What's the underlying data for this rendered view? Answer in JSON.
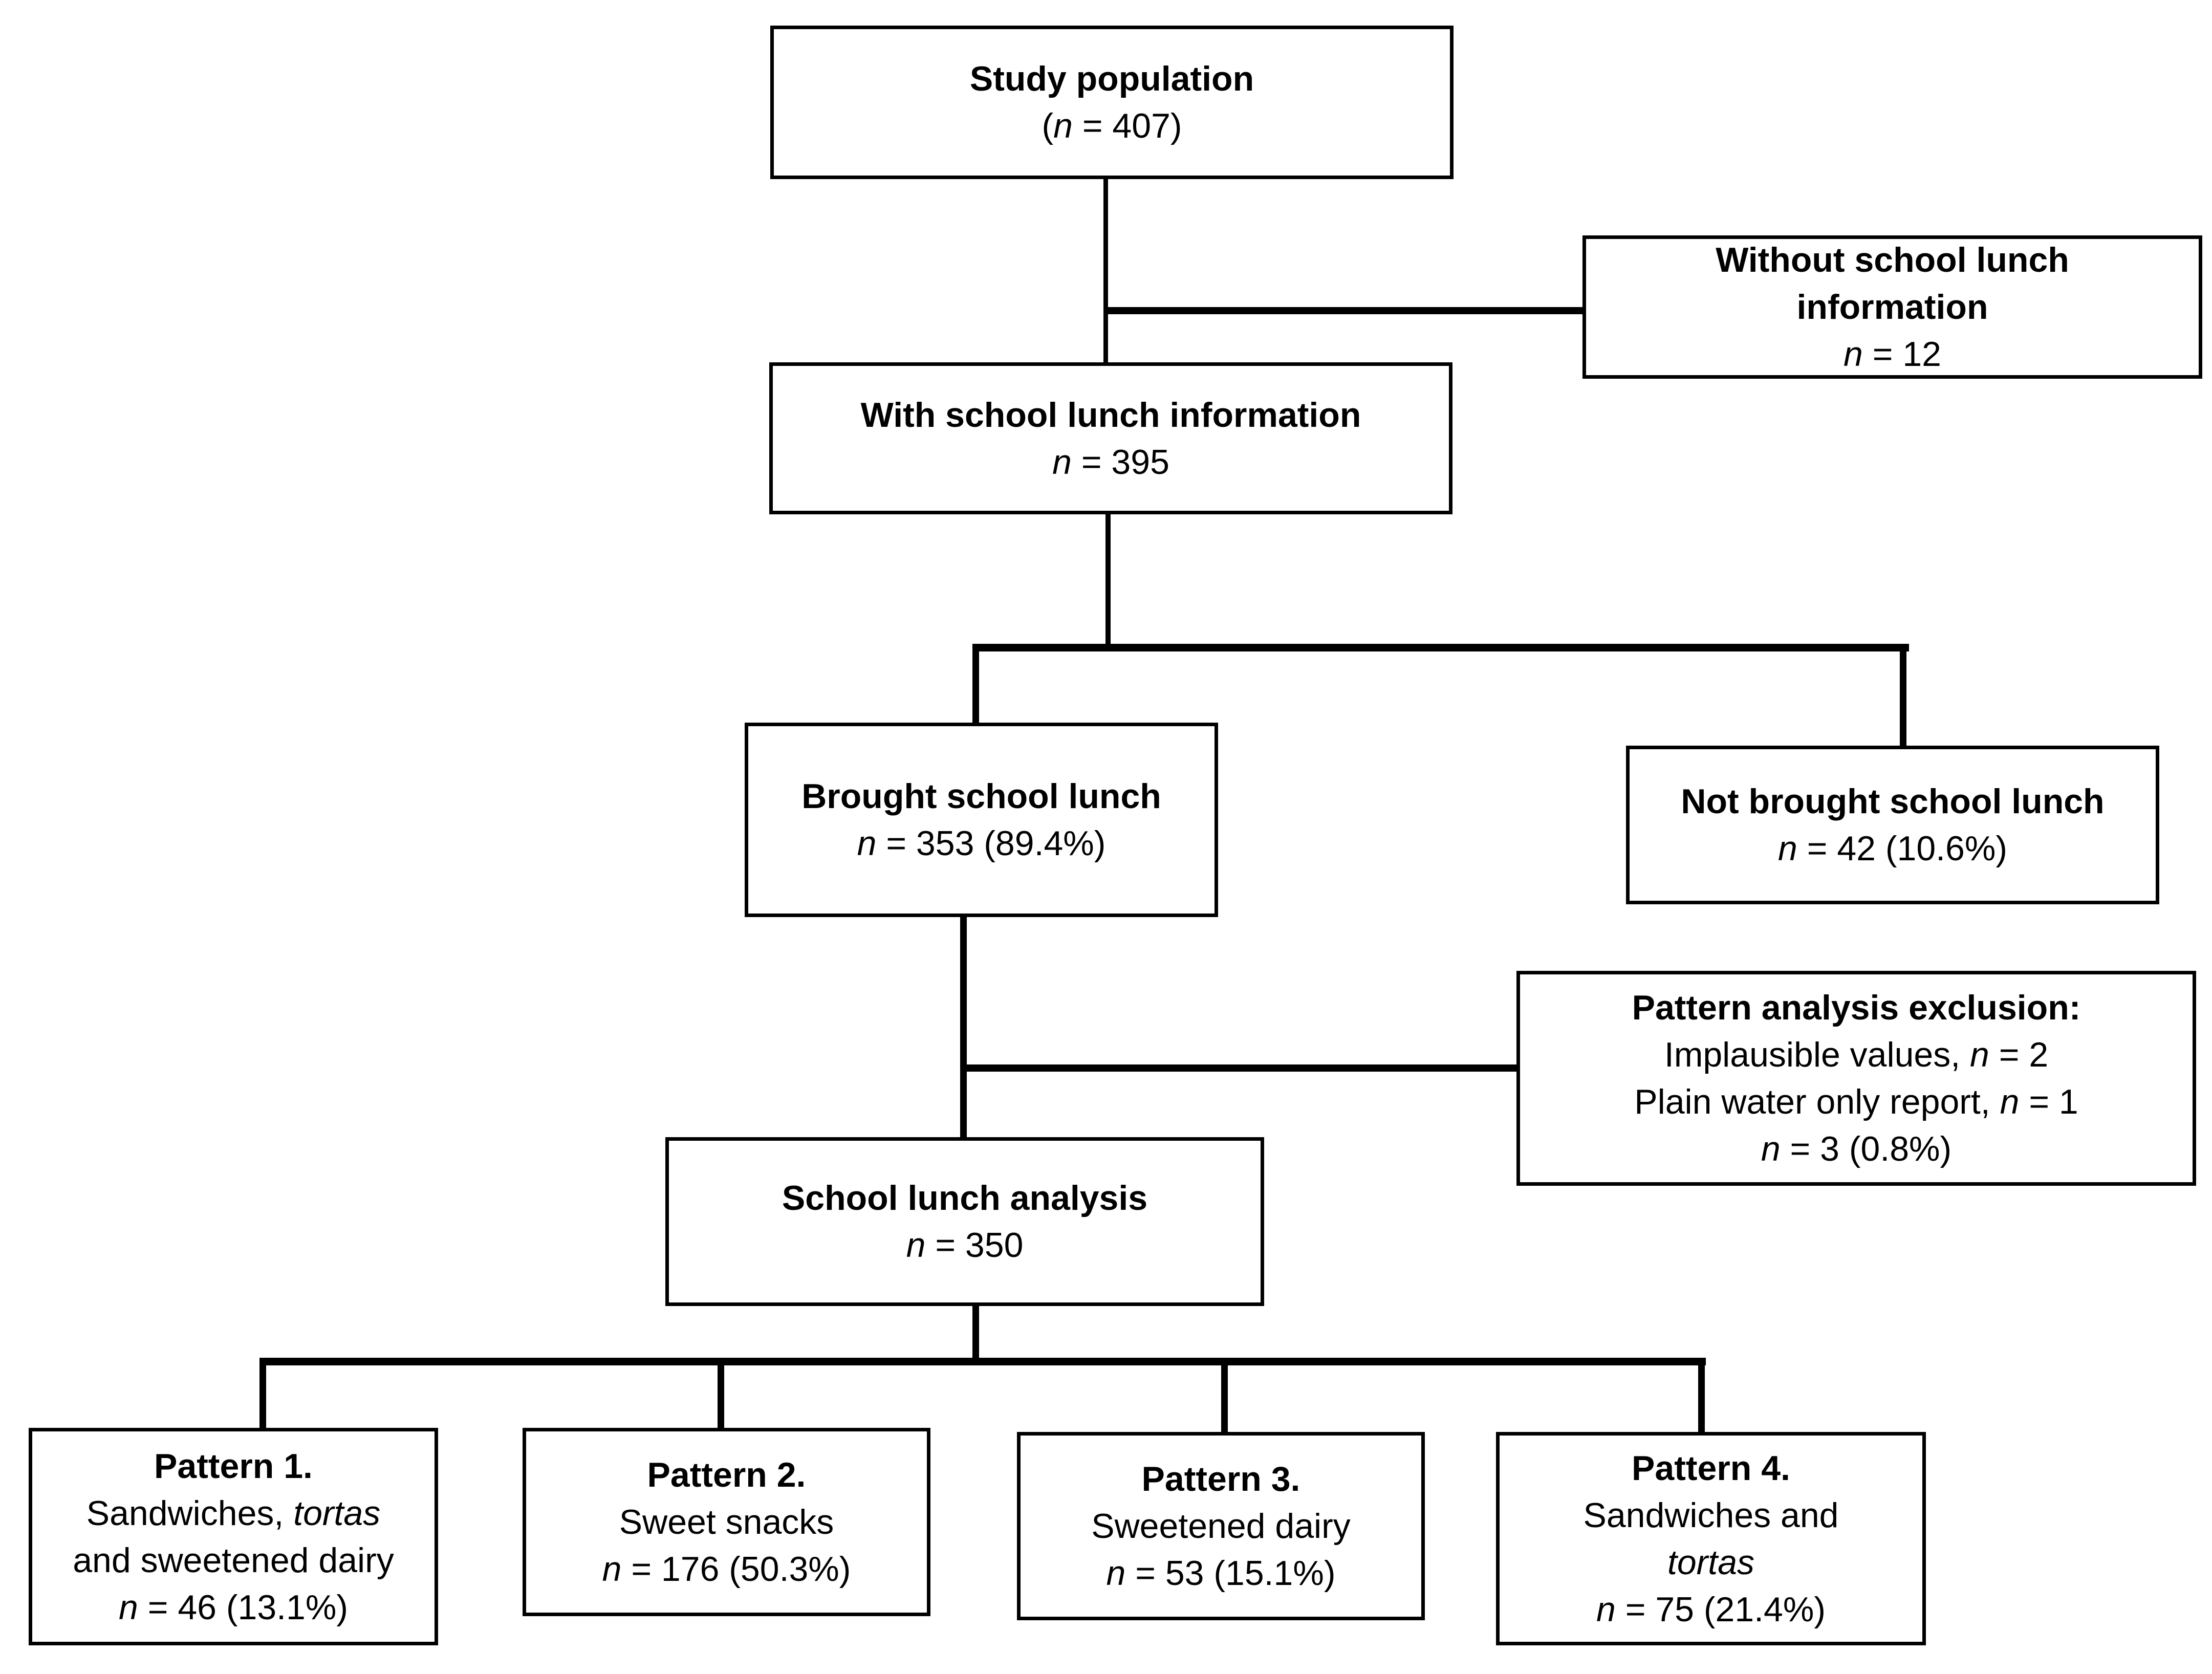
{
  "diagram_type": "study-flowchart",
  "colors": {
    "background": "#ffffff",
    "box_border": "#000000",
    "connector": "#000000",
    "text": "#000000"
  },
  "nodes": {
    "study_population": {
      "lines": [
        [
          {
            "t": "Study population",
            "b": true
          }
        ],
        [
          {
            "t": "("
          },
          {
            "t": "n",
            "i": true
          },
          {
            "t": " = 407)"
          }
        ]
      ]
    },
    "without_info": {
      "lines": [
        [
          {
            "t": "Without school lunch",
            "b": true
          }
        ],
        [
          {
            "t": "information",
            "b": true
          }
        ],
        [
          {
            "t": "n",
            "i": true
          },
          {
            "t": " = 12"
          }
        ]
      ]
    },
    "with_info": {
      "lines": [
        [
          {
            "t": "With school lunch information",
            "b": true
          }
        ],
        [
          {
            "t": "n",
            "i": true
          },
          {
            "t": " = 395"
          }
        ]
      ]
    },
    "brought": {
      "lines": [
        [
          {
            "t": "Brought school lunch",
            "b": true
          }
        ],
        [
          {
            "t": "n",
            "i": true
          },
          {
            "t": " = 353 (89.4%)"
          }
        ]
      ]
    },
    "not_brought": {
      "lines": [
        [
          {
            "t": "Not brought school lunch",
            "b": true
          }
        ],
        [
          {
            "t": "n",
            "i": true
          },
          {
            "t": " = 42 (10.6%)"
          }
        ]
      ]
    },
    "exclusion": {
      "lines": [
        [
          {
            "t": "Pattern analysis exclusion:",
            "b": true
          }
        ],
        [
          {
            "t": "Implausible values, "
          },
          {
            "t": "n",
            "i": true
          },
          {
            "t": " = 2"
          }
        ],
        [
          {
            "t": "Plain water only report, "
          },
          {
            "t": "n",
            "i": true
          },
          {
            "t": " = 1"
          }
        ],
        [
          {
            "t": "n",
            "i": true
          },
          {
            "t": " = 3 (0.8%)"
          }
        ]
      ]
    },
    "analysis": {
      "lines": [
        [
          {
            "t": "School lunch analysis",
            "b": true
          }
        ],
        [
          {
            "t": "n",
            "i": true
          },
          {
            "t": " = 350"
          }
        ]
      ]
    },
    "pattern1": {
      "lines": [
        [
          {
            "t": "Pattern 1.",
            "b": true
          }
        ],
        [
          {
            "t": "Sandwiches, "
          },
          {
            "t": "tortas",
            "i": true
          }
        ],
        [
          {
            "t": "and sweetened dairy"
          }
        ],
        [
          {
            "t": "n",
            "i": true
          },
          {
            "t": " = 46 (13.1%)"
          }
        ]
      ]
    },
    "pattern2": {
      "lines": [
        [
          {
            "t": "Pattern 2.",
            "b": true
          }
        ],
        [
          {
            "t": "Sweet snacks"
          }
        ],
        [
          {
            "t": "n",
            "i": true
          },
          {
            "t": " = 176 (50.3%)"
          }
        ]
      ]
    },
    "pattern3": {
      "lines": [
        [
          {
            "t": "Pattern 3.",
            "b": true
          }
        ],
        [
          {
            "t": "Sweetened dairy"
          }
        ],
        [
          {
            "t": "n",
            "i": true
          },
          {
            "t": " = 53 (15.1%)"
          }
        ]
      ]
    },
    "pattern4": {
      "lines": [
        [
          {
            "t": "Pattern 4.",
            "b": true
          }
        ],
        [
          {
            "t": "Sandwiches and"
          }
        ],
        [
          {
            "t": "tortas",
            "i": true
          }
        ],
        [
          {
            "t": "n",
            "i": true
          },
          {
            "t": " = 75 (21.4%)"
          }
        ]
      ]
    }
  }
}
